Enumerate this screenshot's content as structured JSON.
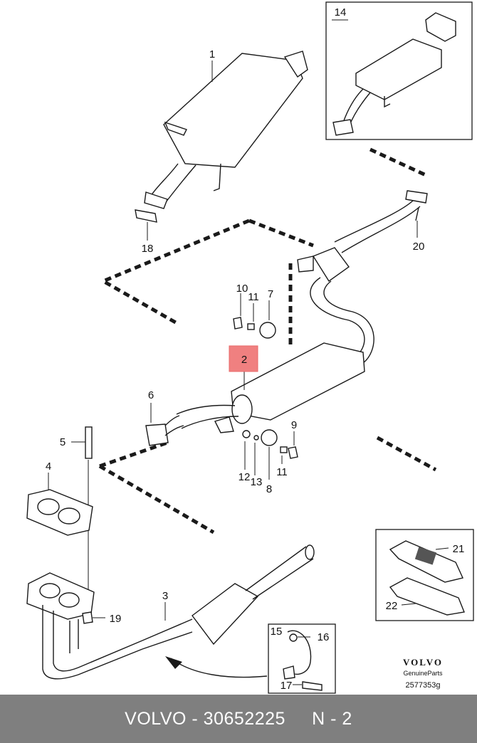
{
  "diagram": {
    "callouts": {
      "c1": "1",
      "c2": "2",
      "c3": "3",
      "c4": "4",
      "c5": "5",
      "c6": "6",
      "c7": "7",
      "c8": "8",
      "c9": "9",
      "c10": "10",
      "c11a": "11",
      "c11b": "11",
      "c12": "12",
      "c13": "13",
      "c14": "14",
      "c15": "15",
      "c16": "16",
      "c17": "17",
      "c18": "18",
      "c19": "19",
      "c20": "20",
      "c21": "21",
      "c22": "22"
    },
    "highlight_color": "#f08080",
    "brand": "VOLVO",
    "brand_sub": "GenuineParts",
    "ref_code": "2577353g"
  },
  "footer": {
    "brand": "VOLVO",
    "part_number": "30652225",
    "position": "N - 2"
  }
}
